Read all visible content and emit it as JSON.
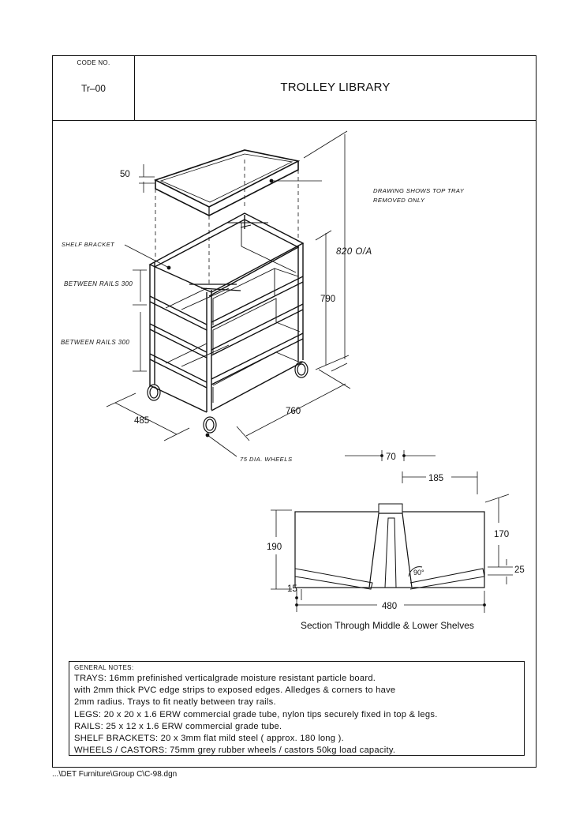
{
  "title_block": {
    "code_label": "CODE NO.",
    "code_value": "Tr–00",
    "title": "TROLLEY LIBRARY"
  },
  "drawing": {
    "annotations": {
      "tray_note_line1": "DRAWING SHOWS TOP TRAY",
      "tray_note_line2": "REMOVED ONLY",
      "shelf_bracket": "SHELF BRACKET",
      "between_rails_1": "BETWEEN RAILS 300",
      "between_rails_2": "BETWEEN RAILS 300",
      "wheels": "75 DIA. WHEELS"
    },
    "dimensions": {
      "tray_thickness": "50",
      "overall_height": "820 O/A",
      "frame_height": "790",
      "depth": "485",
      "length": "760"
    }
  },
  "section": {
    "caption": "Section Through Middle & Lower Shelves",
    "dimensions": {
      "post_width": "70",
      "span_185": "185",
      "height_170": "170",
      "height_190": "190",
      "tilt_25": "25",
      "angle": "90°",
      "offset_15": "15",
      "width_480": "480"
    }
  },
  "notes": {
    "title": "GENERAL NOTES:",
    "lines": [
      "TRAYS: 16mm  prefinished verticalgrade moisture resistant particle board.",
      "with 2mm  thick PVC edge strips to exposed edges. Alledges & corners to have",
      "2mm  radius. Trays to fit neatly between tray rails.",
      "LEGS: 20  x  20  x  1.6   ERW  commercial grade  tube, nylon tips securely fixed in top & legs.",
      "RAILS: 25  x  12  x  1.6   ERW  commercial grade  tube.",
      "SHELF BRACKETS: 20  x  3mm  flat mild steel ( approx. 180  long ).",
      "WHEELS  /  CASTORS: 75mm  grey rubber  wheels  /  castors 50kg load capacity."
    ]
  },
  "footer": "...\\DET Furniture\\Group C\\C-98.dgn"
}
